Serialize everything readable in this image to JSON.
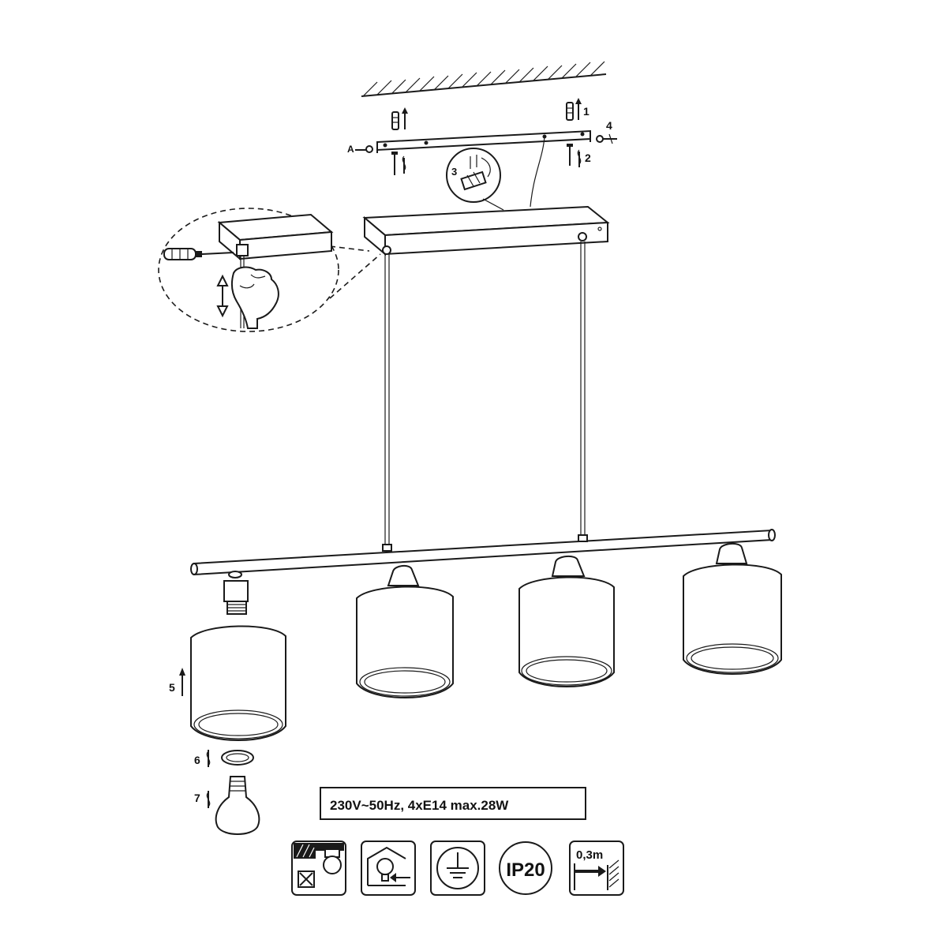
{
  "steps": {
    "s1": "1",
    "s2": "2",
    "s3": "3",
    "s4": "4",
    "s5": "5",
    "s6": "6",
    "s7": "7",
    "a": "A"
  },
  "spec_label": "230V~50Hz, 4xE14  max.28W",
  "symbols": {
    "ip_rating": "IP20",
    "distance": "0,3m"
  }
}
